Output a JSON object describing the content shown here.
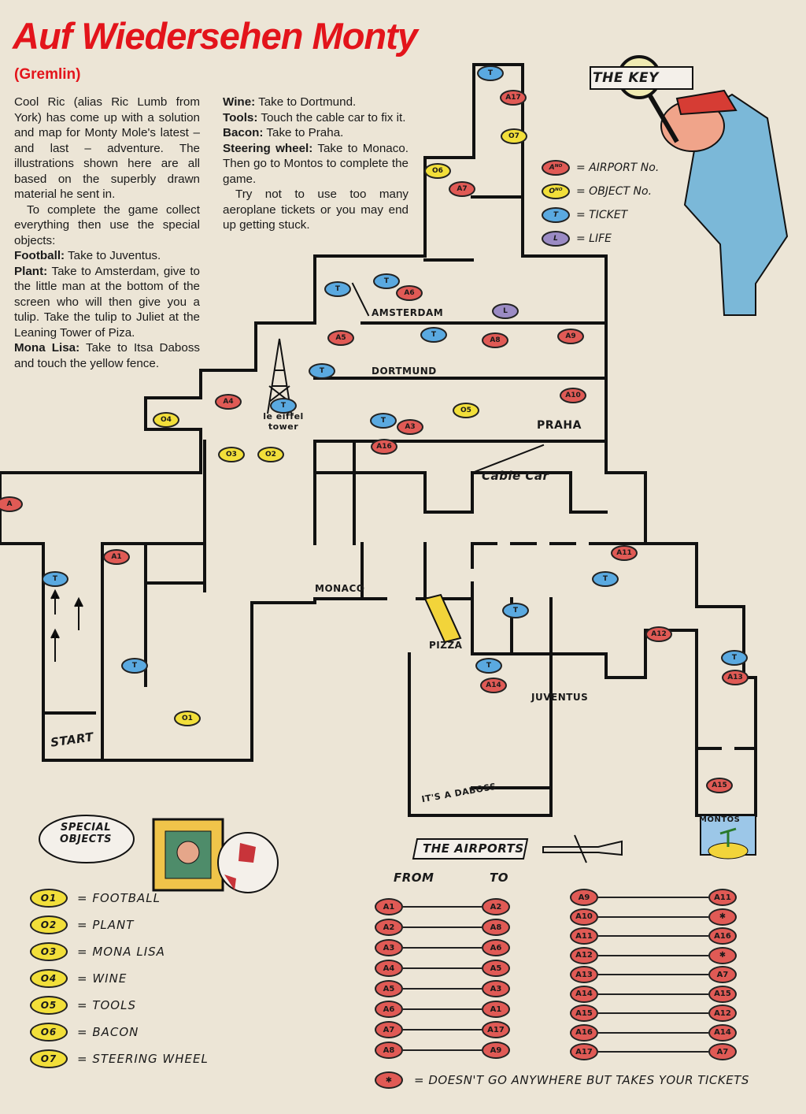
{
  "article": {
    "title": "Auf Wiedersehen Monty",
    "publisher": "(Gremlin)",
    "intro": "Cool Ric (alias Ric Lumb from York) has come up with a solution and map for Monty Mole's latest – and last – adventure. The illustrations shown here are all based on the superbly drawn material he sent in.",
    "instructions": "To complete the game collect everything then use the special objects:",
    "objects_text": [
      {
        "name": "Football:",
        "text": " Take to Juventus."
      },
      {
        "name": "Plant:",
        "text": " Take to Amsterdam, give to the little man at the bottom of the screen who will then give you a tulip. Take the tulip to Juliet at the Leaning Tower of Piza."
      },
      {
        "name": "Mona Lisa:",
        "text": " Take to Itsa Daboss and touch the yellow fence."
      },
      {
        "name": "Wine:",
        "text": " Take to Dortmund."
      },
      {
        "name": "Tools:",
        "text": " Touch the cable car to fix it."
      },
      {
        "name": "Bacon:",
        "text": " Take to Praha."
      },
      {
        "name": "Steering wheel:",
        "text": " Take to Monaco. Then go to Montos to complete the game."
      }
    ],
    "warning": "Try not to use too many aeroplane tickets or you may end up getting stuck."
  },
  "key": {
    "sign": "THE KEY",
    "items": [
      {
        "symbol": "Aᴺᴼ",
        "label": "= AIRPORT No.",
        "type": "a"
      },
      {
        "symbol": "Oᴺᴼ",
        "label": "= OBJECT No.",
        "type": "o"
      },
      {
        "symbol": "T",
        "label": "= TICKET",
        "type": "t"
      },
      {
        "symbol": "L",
        "label": "= LIFE",
        "type": "l"
      }
    ]
  },
  "map": {
    "places": {
      "amsterdam": "AMSTERDAM",
      "dortmund": "DORTMUND",
      "eiffel": "le eiffel tower",
      "praha": "PRAHA",
      "cable_car": "Cable Car",
      "monaco": "MONACO",
      "pizza": "PIZZA",
      "juventus": "JUVENTUS",
      "daboss": "IT'S A DABOSS",
      "montos": "MONTOS",
      "start": "START"
    },
    "markers": [
      "T",
      "A17",
      "O7",
      "O6",
      "A7",
      "T",
      "T",
      "A6",
      "A5",
      "T",
      "L",
      "A8",
      "A9",
      "T",
      "A10",
      "O5",
      "T",
      "A3",
      "O4",
      "O3",
      "O2",
      "A16",
      "A",
      "A1",
      "A11",
      "T",
      "T",
      "T",
      "T",
      "A12",
      "T",
      "A13",
      "T",
      "A14",
      "A15",
      "O1",
      "T",
      "A4"
    ]
  },
  "special_objects": {
    "bubble": "SPECIAL OBJECTS",
    "items": [
      {
        "id": "O1",
        "name": "= FOOTBALL"
      },
      {
        "id": "O2",
        "name": "= PLANT"
      },
      {
        "id": "O3",
        "name": "= MONA LISA"
      },
      {
        "id": "O4",
        "name": "= WINE"
      },
      {
        "id": "O5",
        "name": "= TOOLS"
      },
      {
        "id": "O6",
        "name": "= BACON"
      },
      {
        "id": "O7",
        "name": "= STEERING WHEEL"
      }
    ]
  },
  "airports": {
    "banner": "THE AIRPORTS",
    "from_label": "FROM",
    "to_label": "TO",
    "left": [
      [
        "A1",
        "A2"
      ],
      [
        "A2",
        "A8"
      ],
      [
        "A3",
        "A6"
      ],
      [
        "A4",
        "A5"
      ],
      [
        "A5",
        "A3"
      ],
      [
        "A6",
        "A1"
      ],
      [
        "A7",
        "A17"
      ],
      [
        "A8",
        "A9"
      ]
    ],
    "right": [
      [
        "A9",
        "A11"
      ],
      [
        "A10",
        "✱"
      ],
      [
        "A11",
        "A16"
      ],
      [
        "A12",
        "✱"
      ],
      [
        "A13",
        "A7"
      ],
      [
        "A14",
        "A15"
      ],
      [
        "A15",
        "A12"
      ],
      [
        "A16",
        "A14"
      ],
      [
        "A17",
        "A7"
      ]
    ],
    "note_symbol": "✱",
    "note": "= DOESN'T GO ANYWHERE BUT TAKES YOUR TICKETS"
  }
}
